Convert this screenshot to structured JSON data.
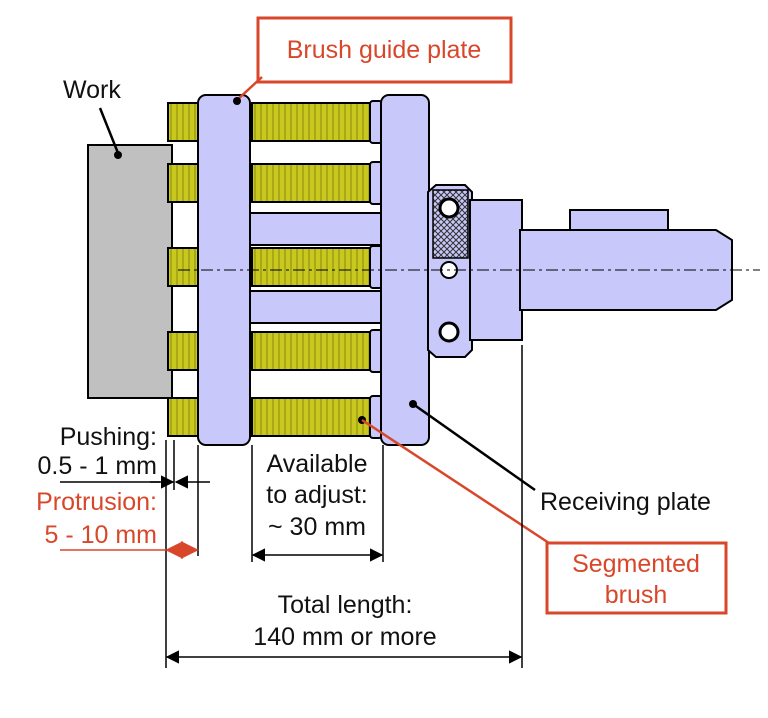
{
  "labels": {
    "work": "Work",
    "brush_guide_plate": "Brush guide plate",
    "pushing_title": "Pushing:",
    "pushing_value": "0.5 - 1 mm",
    "protrusion_title": "Protrusion:",
    "protrusion_value": "5 - 10 mm",
    "adjust_line1": "Available",
    "adjust_line2": "to adjust:",
    "adjust_line3": "~ 30 mm",
    "receiving_plate": "Receiving plate",
    "segmented_brush_line1": "Segmented",
    "segmented_brush_line2": "brush",
    "total_line1": "Total length:",
    "total_line2": "140 mm or more"
  },
  "colors": {
    "callout_red": "#d9472b",
    "plate_fill": "#c8c8fa",
    "brush_fill": "#c8c81e",
    "work_fill": "#c0c0c0",
    "outline": "#000000"
  }
}
